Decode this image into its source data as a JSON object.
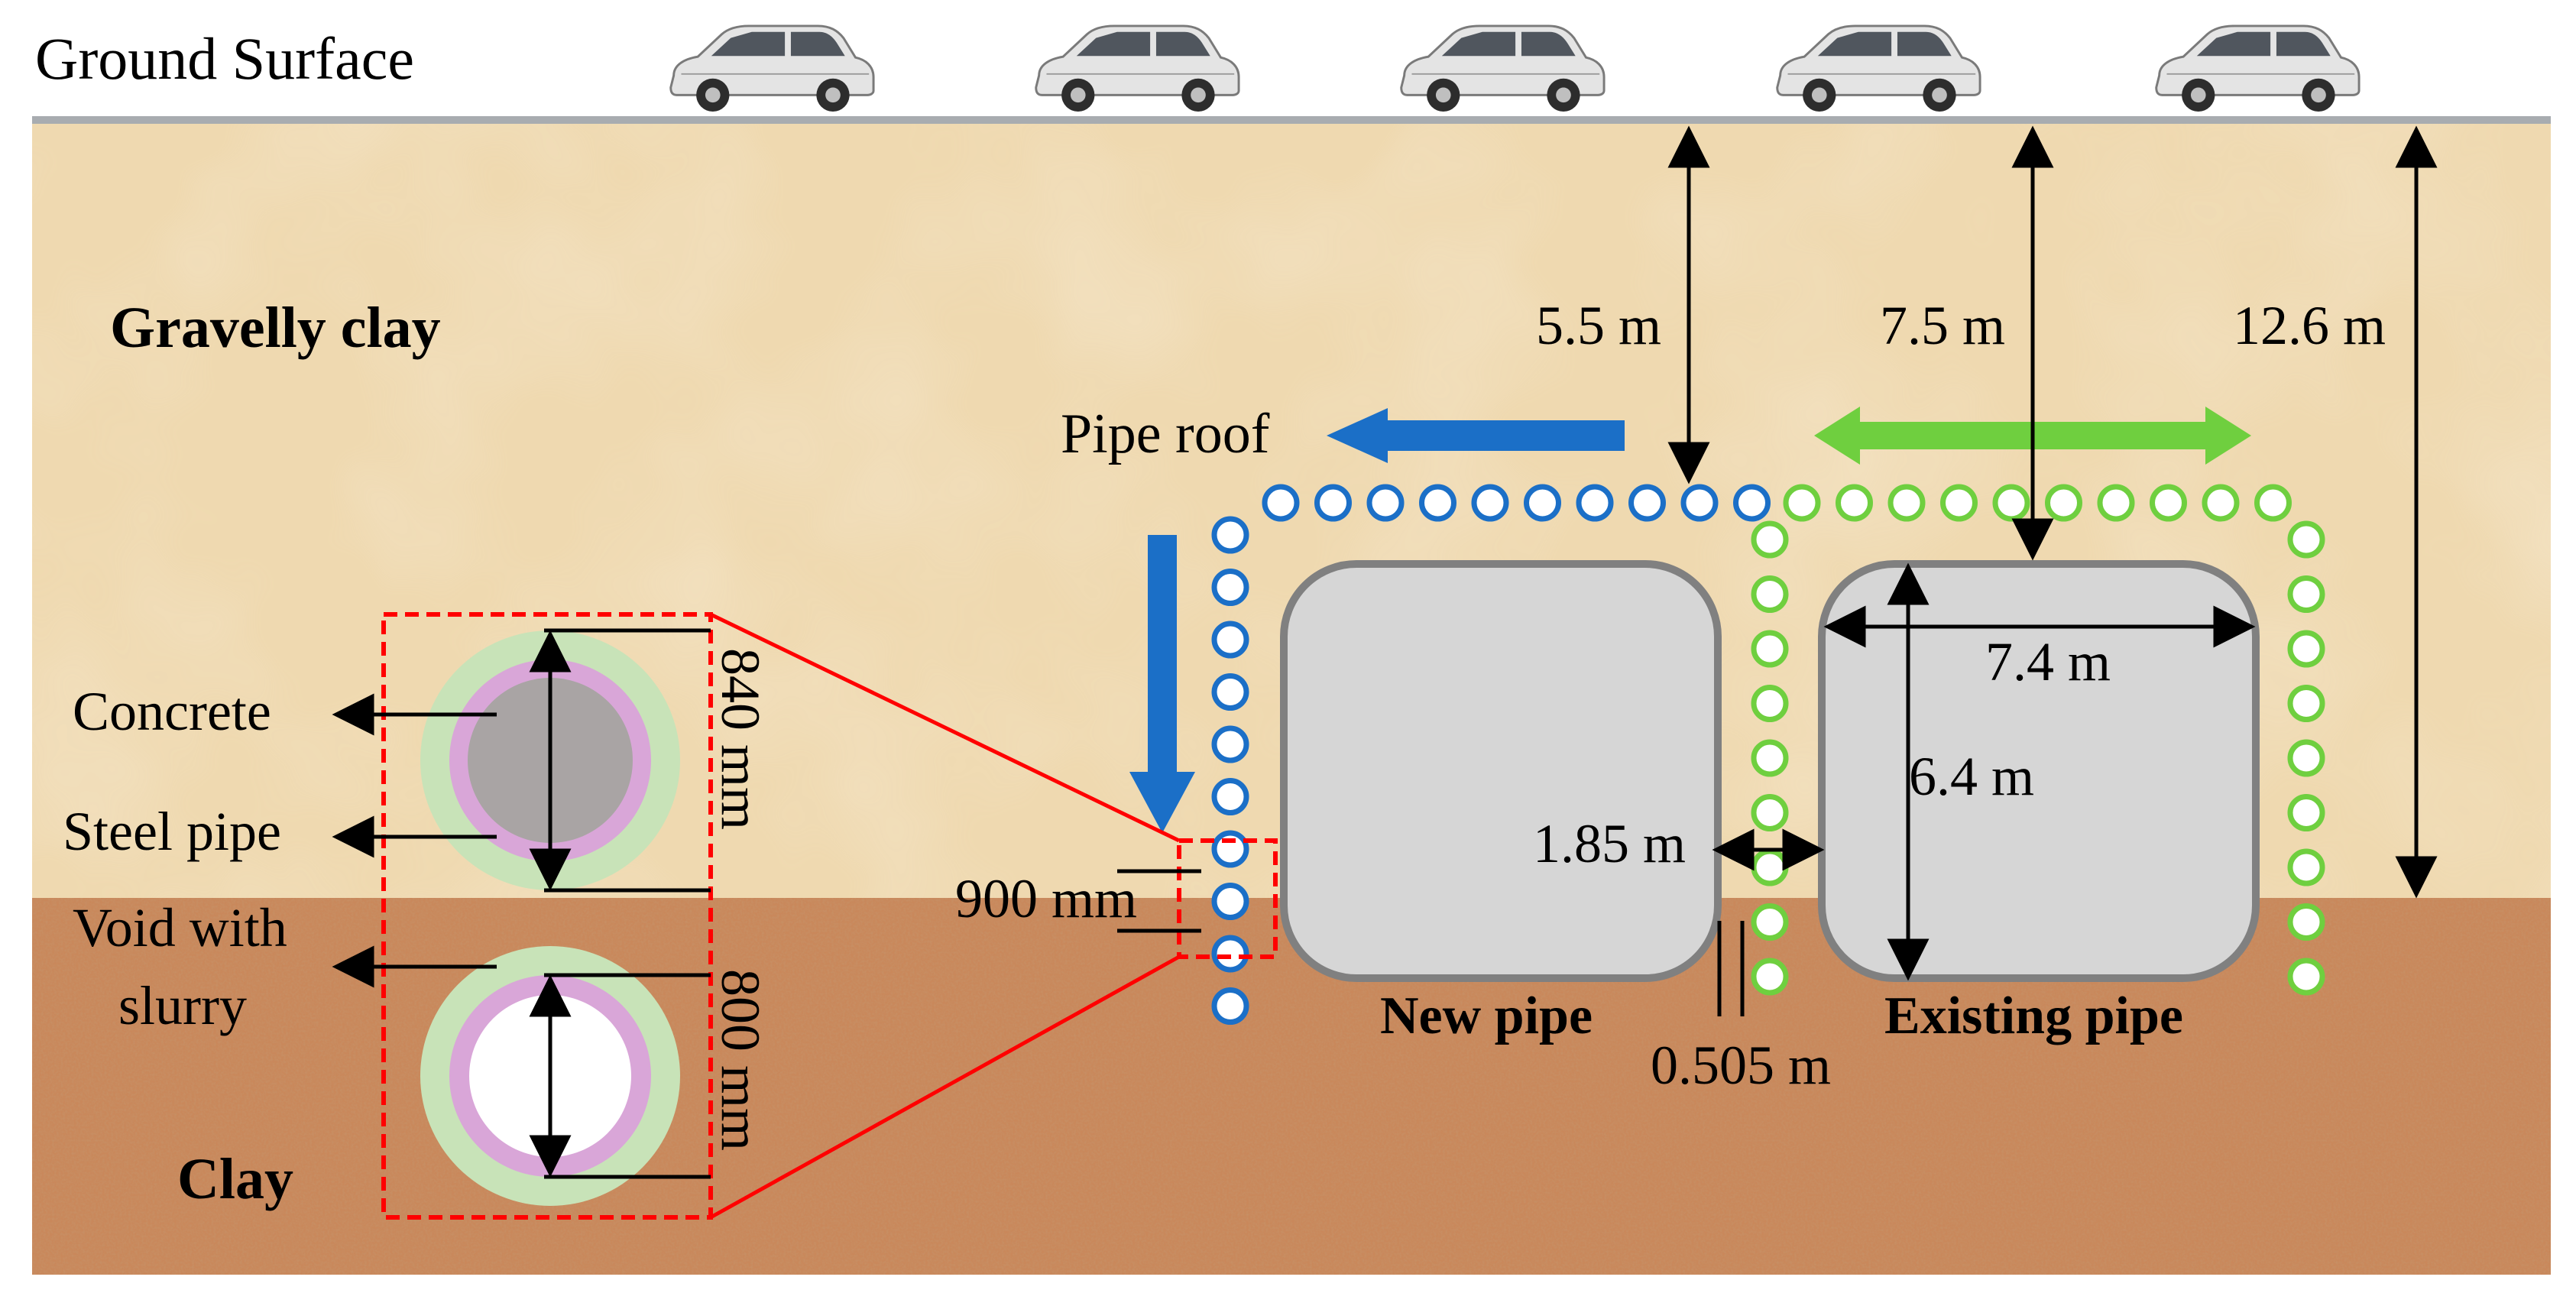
{
  "labels": {
    "ground_surface": "Ground Surface",
    "gravelly_clay": "Gravelly clay",
    "clay": "Clay",
    "pipe_roof": "Pipe roof",
    "new_pipe": "New pipe",
    "existing_pipe": "Existing pipe",
    "concrete": "Concrete",
    "steel_pipe": "Steel pipe",
    "void_line1": "Void with",
    "void_line2": "slurry"
  },
  "dimensions": {
    "depth_new_top": "5.5 m",
    "depth_existing_top": "7.5 m",
    "depth_layer": "12.6 m",
    "existing_width": "7.4 m",
    "existing_height": "6.4 m",
    "gap_between": "1.85 m",
    "wall_gap": "0.505 m",
    "pipe_spacing": "900 mm",
    "outer_diameter": "840 mm",
    "inner_diameter": "800 mm"
  },
  "colors": {
    "gravelly_clay": "#efd9b0",
    "clay": "#c9885b",
    "new_roof": "#1b6fc7",
    "existing_roof": "#6fcf3f",
    "pipe_box": "#d6d6d6",
    "highlight": "#ff0000",
    "concrete_core": "#a9a4a4",
    "steel_ring": "#d9a6d8",
    "grout_ring": "#c8e3b8"
  },
  "vehicles": [
    "car-icon",
    "car-icon",
    "car-icon",
    "car-icon",
    "car-icon"
  ]
}
